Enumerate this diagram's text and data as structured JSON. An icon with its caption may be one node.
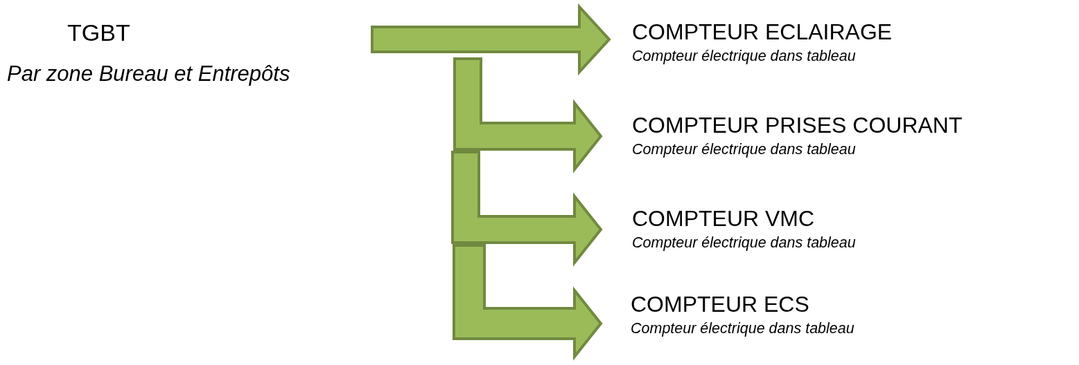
{
  "diagram": {
    "nodes": [
      {
        "text": [
          "TGBT",
          "Par zone Bureau et Entrepôts"
        ]
      },
      {
        "text": [
          "COMPTEUR ECLAIRAGE",
          "Compteur électrique dans tableau"
        ]
      },
      {
        "text": [
          "COMPTEUR PRISES COURANT",
          "Compteur électrique dans tableau"
        ]
      },
      {
        "text": [
          "COMPTEUR VMC",
          "Compteur électrique dans tableau"
        ]
      },
      {
        "text": [
          "COMPTEUR ECS",
          "Compteur électrique dans tableau"
        ]
      }
    ],
    "edges": [
      {
        "from": null,
        "to": 1,
        "arrow": "to"
      },
      {
        "from": null,
        "to": 2,
        "arrow": "to"
      },
      {
        "from": null,
        "to": 3,
        "arrow": "to"
      },
      {
        "from": null,
        "to": 4,
        "arrow": "to"
      }
    ]
  }
}
